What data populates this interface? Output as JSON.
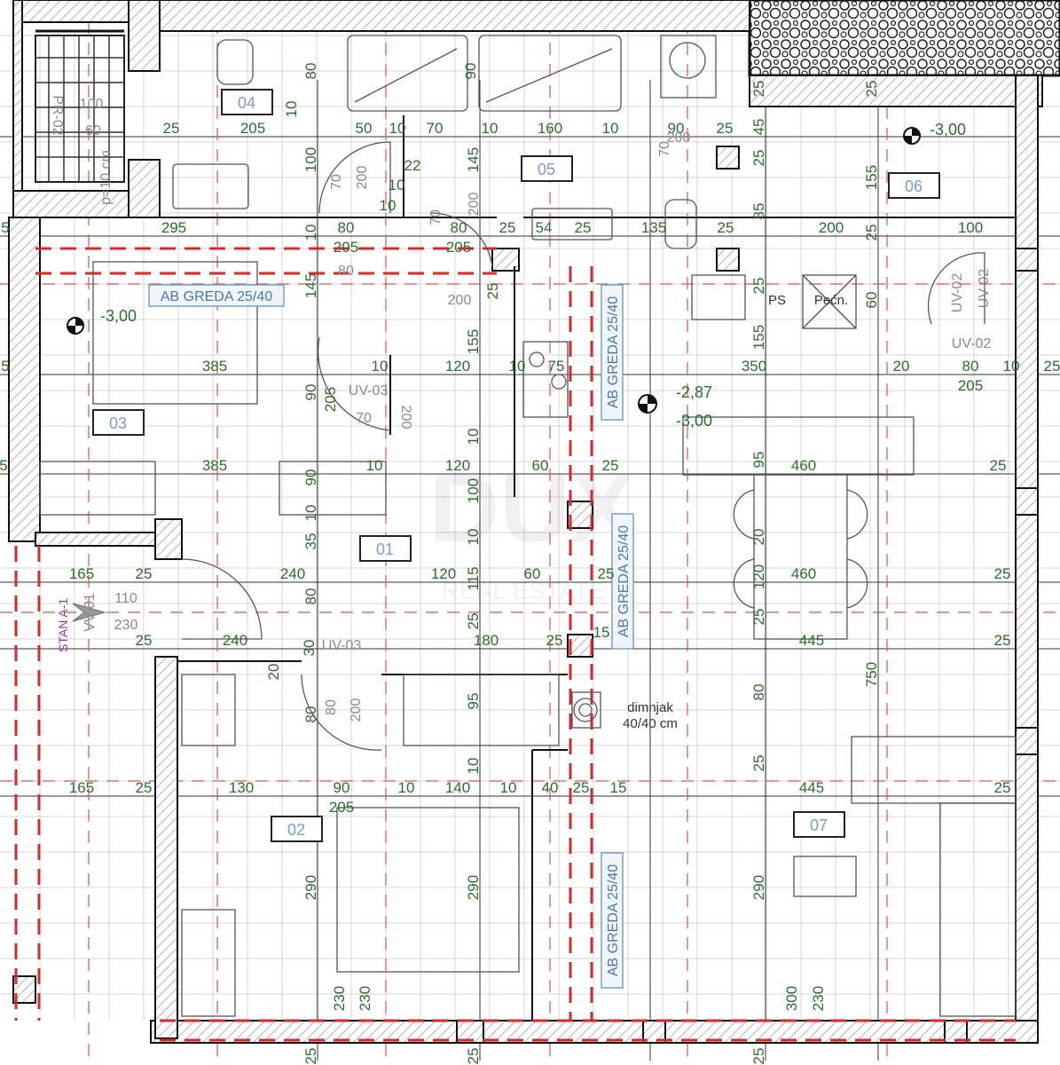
{
  "title": "Floor plan STAN A-1",
  "rooms": [
    "04",
    "05",
    "06",
    "03",
    "01",
    "02",
    "07"
  ],
  "beams": [
    "AB GREDA 25/40",
    "AB GREDA 25/40",
    "AB GREDA 25/40",
    "AB GREDA 25/40"
  ],
  "levels": [
    "-3,00",
    "-3,00",
    "-2,87",
    "-3,00"
  ],
  "labels": {
    "ps": "PS",
    "oven": "Pećn.",
    "chimney": "dimnjak",
    "chimney_size": "40/40 cm",
    "apartment": "STAN A-1",
    "entry_door": "VV-01",
    "watermark": "DUX",
    "watermark_sub": "REAL ESTATE"
  },
  "dimensions": [
    "80",
    "10",
    "90",
    "25",
    "205",
    "50",
    "10",
    "70",
    "10",
    "160",
    "10",
    "90",
    "25",
    "45",
    "25",
    "100",
    "145",
    "22",
    "10",
    "10",
    "155",
    "85",
    "25",
    "25",
    "5",
    "295",
    "80",
    "80",
    "25",
    "54",
    "25",
    "135",
    "25",
    "200",
    "25",
    "100",
    "205",
    "205",
    "10",
    "145",
    "25",
    "25",
    "155",
    "155",
    "60",
    "5",
    "385",
    "10",
    "120",
    "10",
    "75",
    "350",
    "20",
    "80",
    "10",
    "25",
    "205",
    "90",
    "205",
    "10",
    "5",
    "385",
    "10",
    "120",
    "60",
    "25",
    "460",
    "25",
    "90",
    "95",
    "100",
    "10",
    "10",
    "35",
    "20",
    "165",
    "25",
    "240",
    "120",
    "115",
    "60",
    "25",
    "460",
    "25",
    "80",
    "120",
    "25",
    "240",
    "30",
    "180",
    "25",
    "15",
    "445",
    "25",
    "25",
    "25",
    "20",
    "80",
    "95",
    "80",
    "750",
    "10",
    "25",
    "165",
    "25",
    "130",
    "90",
    "10",
    "140",
    "10",
    "40",
    "25",
    "15",
    "445",
    "25",
    "205",
    "290",
    "290",
    "290",
    "230",
    "230",
    "300",
    "230",
    "25",
    "25",
    "25"
  ],
  "annotations": [
    "PR-02",
    "100",
    "60",
    "p=10 cm",
    "70",
    "200",
    "70",
    "200",
    "70",
    "200",
    "UV-02",
    "UV-02",
    "80",
    "200",
    "UV-03",
    "70",
    "200",
    "UV-02",
    "110",
    "230",
    "UV-03",
    "80",
    "200"
  ]
}
